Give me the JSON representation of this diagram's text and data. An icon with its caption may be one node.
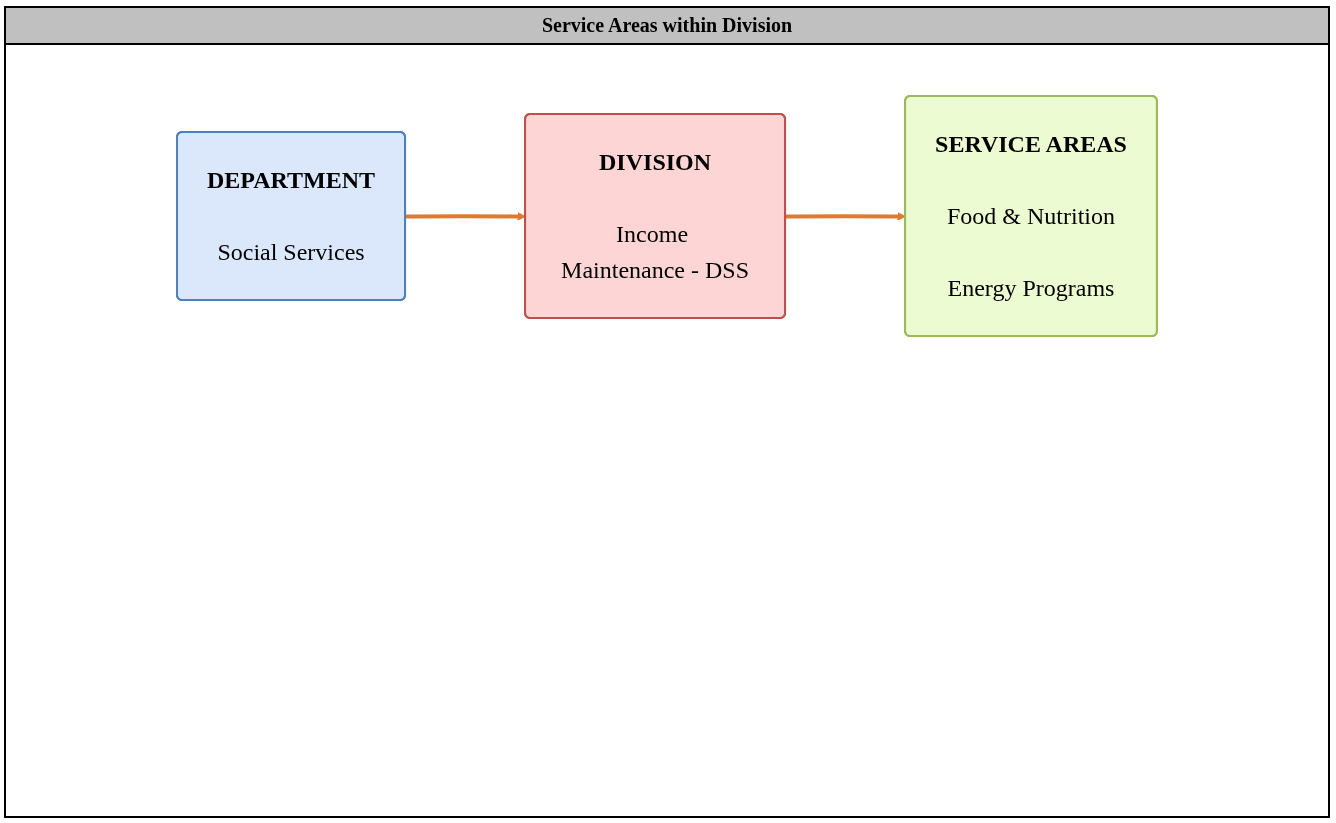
{
  "diagram": {
    "title": "Service Areas within Division",
    "nodes": [
      {
        "text": [
          "DEPARTMENT",
          "Social Services"
        ]
      },
      {
        "text": [
          "DIVISION",
          "Income Maintenance - DSS"
        ]
      },
      {
        "text": [
          "SERVICE AREAS",
          "Food & Nutrition",
          "Energy Programs"
        ]
      }
    ],
    "edges": [
      {
        "from": 0,
        "to": 1,
        "arrow": "to"
      },
      {
        "from": 1,
        "to": 2,
        "arrow": "to"
      }
    ]
  }
}
